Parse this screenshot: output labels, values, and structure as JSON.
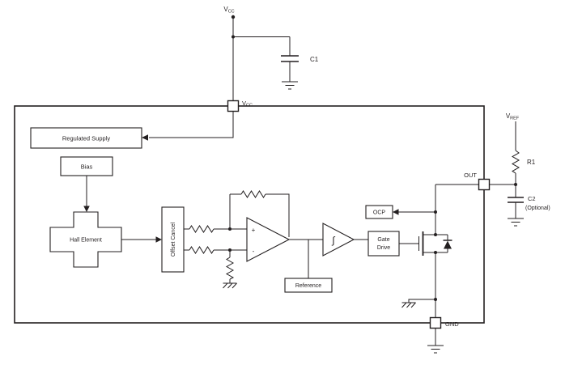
{
  "diagram": {
    "labels": {
      "vcc_top": {
        "main": "V",
        "sub": "CC"
      },
      "vcc_pin": {
        "main": "V",
        "sub": "CC"
      },
      "vref": {
        "main": "V",
        "sub": "REF"
      },
      "c1": "C1",
      "r1": "R1",
      "c2": "C2",
      "c2_note": "(Optional)",
      "out_pin": "OUT",
      "gnd_pin": "GND"
    },
    "blocks": {
      "regulated_supply": "Regulated Supply",
      "bias": "Bias",
      "hall_element": "Hall Element",
      "offset_cancel": "Offset Cancel",
      "reference": "Reference",
      "ocp": "OCP",
      "gate_drive": [
        "Gate",
        "Drive"
      ]
    },
    "opamp": {
      "plus": "+",
      "minus": "-"
    },
    "schmitt_symbol": "∫",
    "colors": {
      "stroke": "#231f20",
      "background": "#ffffff"
    }
  }
}
